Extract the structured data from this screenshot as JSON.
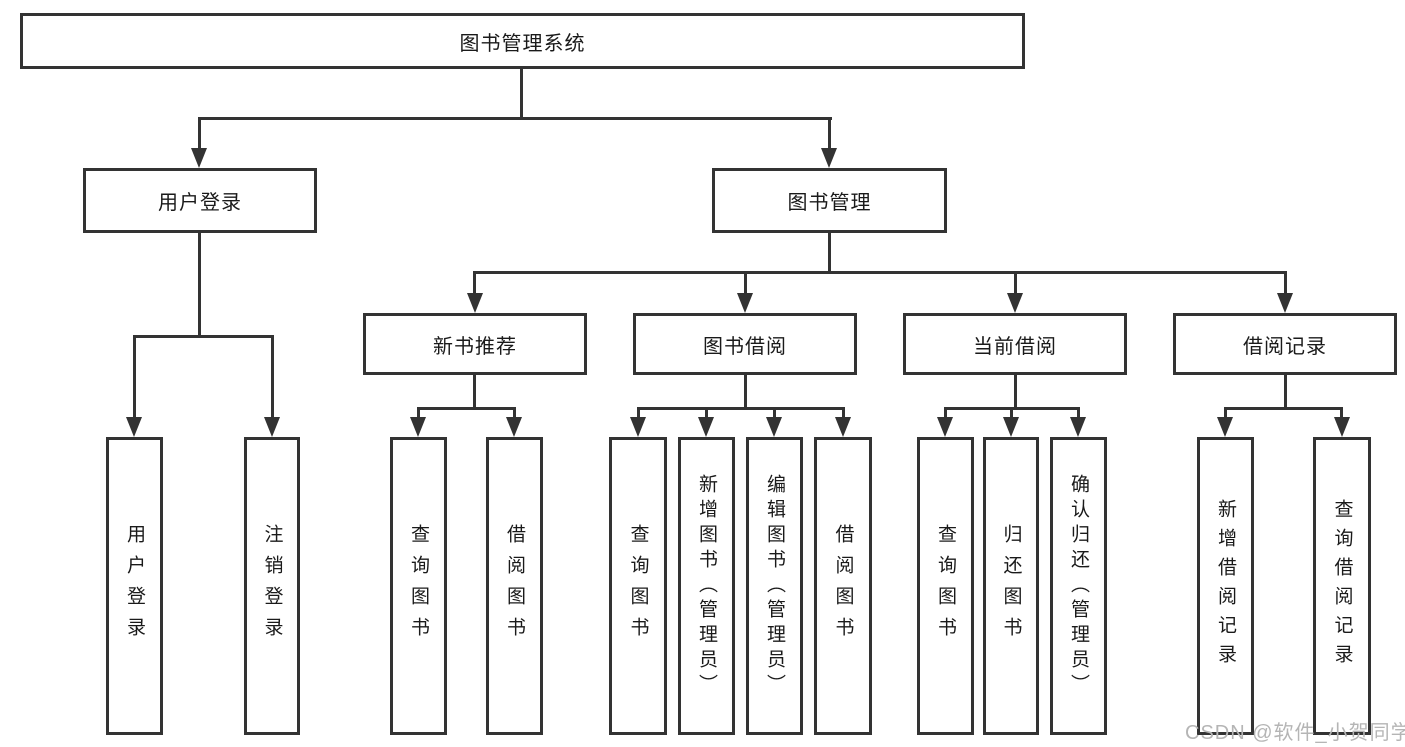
{
  "diagram": {
    "title": "图书管理系统",
    "level2": {
      "user_login": "用户登录",
      "book_mgmt": "图书管理"
    },
    "level3": {
      "new_book": "新书推荐",
      "book_borrow": "图书借阅",
      "current_borrow": "当前借阅",
      "borrow_record": "借阅记录"
    },
    "leaves": {
      "user_login": [
        "用户登录",
        "注销登录"
      ],
      "new_book": [
        "查询图书",
        "借阅图书"
      ],
      "book_borrow": [
        "查询图书",
        "新增图书（管理员）",
        "编辑图书（管理员）",
        "借阅图书"
      ],
      "current_borrow": [
        "查询图书",
        "归还图书",
        "确认归还（管理员）"
      ],
      "borrow_record": [
        "新增借阅记录",
        "查询借阅记录"
      ]
    },
    "watermark": "CSDN @软件_小贺同学",
    "colors": {
      "line": "#333333",
      "text": "#1a1a1a",
      "watermark": "#b5b5b5",
      "background": "#ffffff"
    }
  }
}
